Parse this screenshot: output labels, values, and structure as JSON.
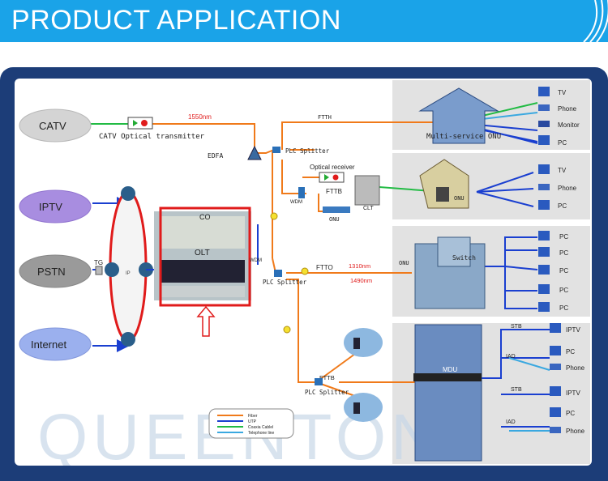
{
  "banner": {
    "title": "PRODUCT APPLICATION"
  },
  "sources": {
    "catv": "CATV",
    "iptv": "IPTV",
    "pstn": "PSTN",
    "internet": "Internet"
  },
  "labels": {
    "catv_tx": "CATV Optical transmitter",
    "l1550": "1550nm",
    "edfa": "EDFA",
    "ftth": "FTTH",
    "plc_top": "PLC Splitter",
    "optical_receiver": "Optical receiver",
    "fttb1": "FTTB",
    "wdm1": "WDM",
    "clt": "CLT",
    "onu_small": "ONU",
    "onu_mid": "ONU",
    "co": "CO",
    "olt": "OLT",
    "wdm2": "WDM",
    "plc_mid": "PLC Splitter",
    "ftto": "FTTO",
    "l1310": "1310nm",
    "l1490": "1490nm",
    "onu_switch": "ONU",
    "switch": "Switch",
    "tg": "TG",
    "ip": "IP",
    "fttb2": "FTTB",
    "plc_bottom": "PLC Splitter",
    "mdu": "MDU",
    "multi_onu": "Multi-service ONU"
  },
  "devices_group1": [
    "TV",
    "Phone",
    "Monitor",
    "PC"
  ],
  "devices_group2": [
    "TV",
    "Phone",
    "PC"
  ],
  "devices_group3": [
    "PC",
    "PC",
    "PC",
    "PC",
    "PC"
  ],
  "devices_group4": {
    "stb1": "STB",
    "iptv1": "IPTV",
    "pc1": "PC",
    "iad1": "IAD",
    "phone1": "Phone",
    "stb2": "STB",
    "iptv2": "IPTV",
    "pc2": "PC",
    "iad2": "IAD",
    "phone2": "Phone"
  },
  "legend": {
    "fiber": "Fiber",
    "utp": "UTP",
    "coax": "Coaxia Cablel",
    "telephone": "Telephone line"
  },
  "watermark": "QUEENTON",
  "colors": {
    "fiber": "#f07a1a",
    "utp": "#1a3fd0",
    "coax": "#22bb44",
    "telephone": "#3aa8e0",
    "banner": "#1aa3e8",
    "frame": "#1c3d78",
    "highlight": "#e01b1b"
  }
}
